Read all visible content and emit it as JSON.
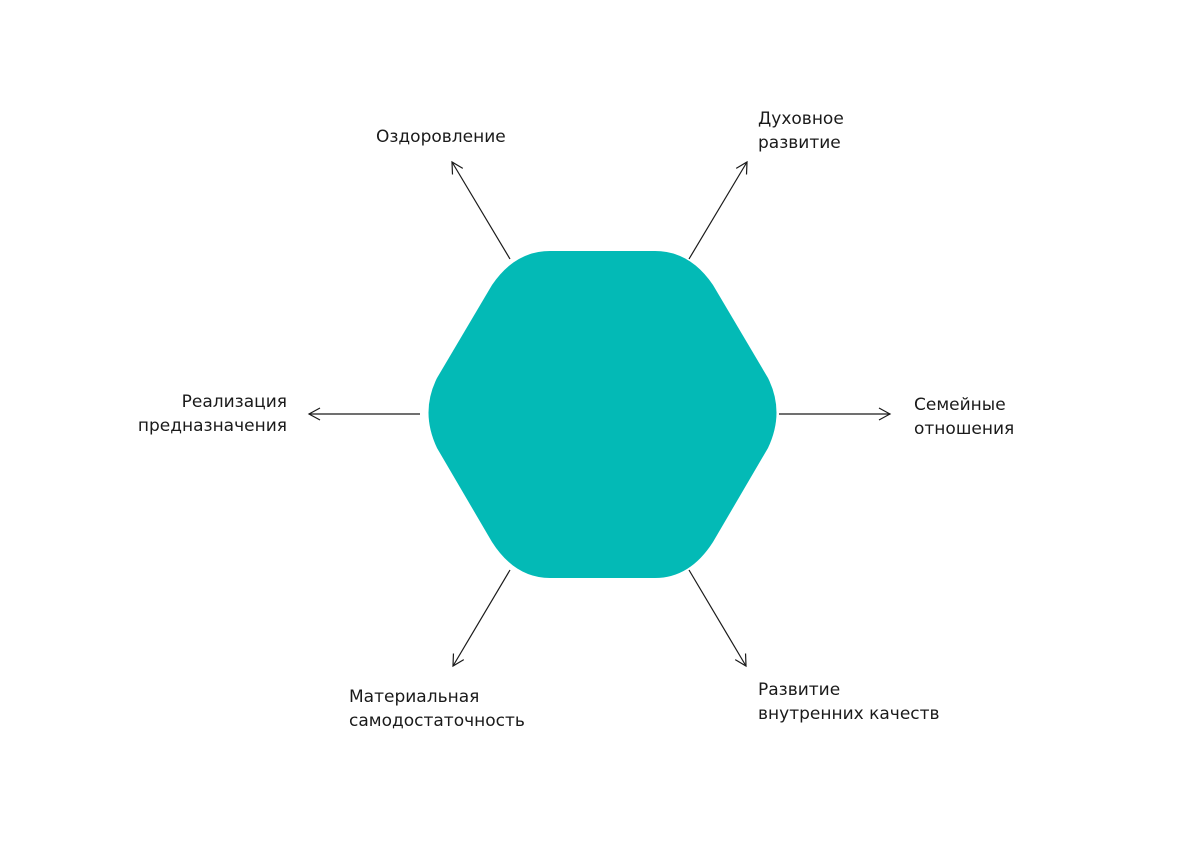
{
  "colors": {
    "hexagon_fill": "#03bab6",
    "arrow_stroke": "#1a1a1a",
    "text": "#1a1a1a"
  },
  "labels": {
    "top_left": {
      "lines": [
        "Оздоровление"
      ]
    },
    "top_right": {
      "lines": [
        "Духовное",
        "развитие"
      ]
    },
    "left": {
      "lines": [
        "Реализация",
        "предназначения"
      ]
    },
    "right": {
      "lines": [
        "Семейные",
        "отношения"
      ]
    },
    "bottom_left": {
      "lines": [
        "Материальная",
        "самодостаточность"
      ]
    },
    "bottom_right": {
      "lines": [
        "Развитие",
        "внутренних качеств"
      ]
    }
  }
}
